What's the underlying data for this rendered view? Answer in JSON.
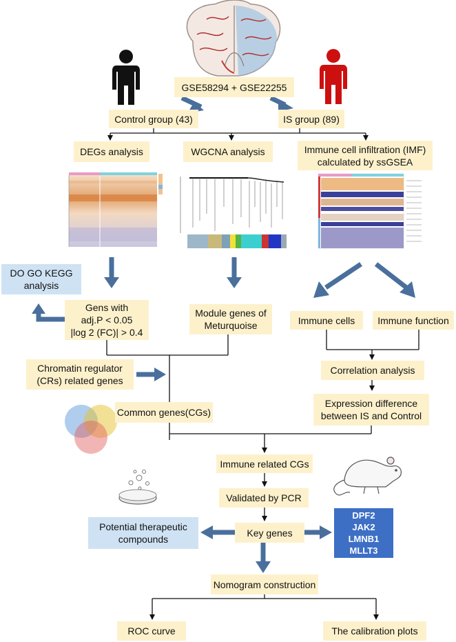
{
  "nodes": {
    "gse": "GSE58294 + GSE22255",
    "control": "Control group (43)",
    "is_group": "IS group (89)",
    "degs": "DEGs analysis",
    "wgcna": "WGCNA analysis",
    "imf": "Immune cell infiltration (IMF)\ncalculated by ssGSEA",
    "do_go_kegg": "DO GO KEGG\nanalysis",
    "gens_with": "Gens with\nadj.P < 0.05\n|log 2 (FC)| > 0.4",
    "module_genes": "Module genes of\nMeturquoise",
    "immune_cells": "Immune cells",
    "immune_function": "Immune function",
    "chromatin": "Chromatin regulator\n(CRs) related genes",
    "correlation": "Correlation analysis",
    "common_genes": "Common genes(CGs)",
    "expression_diff": "Expression difference\nbetween IS and Control",
    "immune_related": "Immune related CGs",
    "validated": "Validated by PCR",
    "key_genes": "Key genes",
    "therapeutic": "Potential therapeutic\ncompounds",
    "key_gene_list": "DPF2\nJAK2\nLMNB1\nMLLT3",
    "nomogram": "Nomogram construction",
    "roc": "ROC curve",
    "calibration": "The calibration plots"
  },
  "colors": {
    "box_fill": "#fdf1cc",
    "light_blue_fill": "#cfe2f3",
    "dark_blue_fill": "#3d6fc5",
    "arrow_blue": "#4a6f9c",
    "line": "#111111",
    "person_control": "#111111",
    "person_is": "#cc1010"
  },
  "icons": [
    "brain-icon",
    "person-icon",
    "heatmap-icon",
    "dendrogram-icon",
    "venn-icon",
    "mouse-icon",
    "petri-dish-icon"
  ]
}
